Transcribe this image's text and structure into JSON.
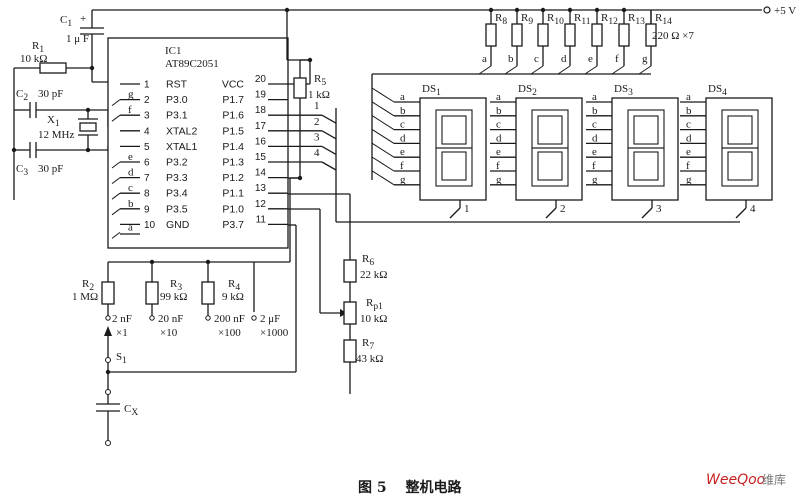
{
  "vcc": "+5 V",
  "ic": {
    "ref": "IC1",
    "part": "AT89C2051",
    "left_pins": [
      {
        "num": "1",
        "name": "RST"
      },
      {
        "num": "2",
        "name": "P3.0"
      },
      {
        "num": "3",
        "name": "P3.1"
      },
      {
        "num": "4",
        "name": "XTAL2"
      },
      {
        "num": "5",
        "name": "XTAL1"
      },
      {
        "num": "6",
        "name": "P3.2"
      },
      {
        "num": "7",
        "name": "P3.3"
      },
      {
        "num": "8",
        "name": "P3.4"
      },
      {
        "num": "9",
        "name": "P3.5"
      },
      {
        "num": "10",
        "name": "GND"
      }
    ],
    "right_pins": [
      {
        "num": "20",
        "name": "VCC"
      },
      {
        "num": "19",
        "name": "P1.7"
      },
      {
        "num": "18",
        "name": "P1.6"
      },
      {
        "num": "17",
        "name": "P1.5"
      },
      {
        "num": "16",
        "name": "P1.4"
      },
      {
        "num": "15",
        "name": "P1.3"
      },
      {
        "num": "14",
        "name": "P1.2"
      },
      {
        "num": "13",
        "name": "P1.1"
      },
      {
        "num": "12",
        "name": "P1.0"
      },
      {
        "num": "11",
        "name": "P3.7"
      }
    ],
    "left_nets": [
      "g",
      "f",
      "e",
      "d",
      "c",
      "b",
      "a"
    ],
    "right_nets": [
      "1",
      "2",
      "3",
      "4"
    ]
  },
  "parts": {
    "c1_ref": "C",
    "c1_sub": "1",
    "c1_plus": "+",
    "c1_val": "1 μ F",
    "r1_ref": "R",
    "r1_sub": "1",
    "r1_val": "10 kΩ",
    "c2_ref": "C",
    "c2_sub": "2",
    "c2_val": "30 pF",
    "x1_ref": "X",
    "x1_sub": "1",
    "x1_val": "12 MHz",
    "c3_ref": "C",
    "c3_sub": "3",
    "c3_val": "30 pF",
    "r5_ref": "R",
    "r5_sub": "5",
    "r5_val": "1 kΩ",
    "r6_ref": "R",
    "r6_sub": "6",
    "r6_val": "22 kΩ",
    "rp1_ref": "R",
    "rp1_sub": "p1",
    "rp1_val": "10 kΩ",
    "r7_ref": "R",
    "r7_sub": "7",
    "r7_val": "43 kΩ",
    "r2_ref": "R",
    "r2_sub": "2",
    "r2_val": "1 MΩ",
    "r3_ref": "R",
    "r3_sub": "3",
    "r3_val": "99 kΩ",
    "r4_ref": "R",
    "r4_sub": "4",
    "r4_val": "9 kΩ",
    "cap_2n": "2 nF",
    "cap_2n_mul": "×1",
    "cap_20n": "20 nF",
    "cap_20n_mul": "×10",
    "cap_200n": "200 nF",
    "cap_200n_mul": "×100",
    "cap_2u": "2 μF",
    "cap_2u_mul": "×1000",
    "s1_ref": "S",
    "s1_sub": "1",
    "cx_ref": "C",
    "cx_sub": "X",
    "rpack_val": "220 Ω ×7"
  },
  "resistor_array": [
    {
      "ref": "R",
      "sub": "8",
      "net": "a"
    },
    {
      "ref": "R",
      "sub": "9",
      "net": "b"
    },
    {
      "ref": "R",
      "sub": "10",
      "net": "c"
    },
    {
      "ref": "R",
      "sub": "11",
      "net": "d"
    },
    {
      "ref": "R",
      "sub": "12",
      "net": "e"
    },
    {
      "ref": "R",
      "sub": "13",
      "net": "f"
    },
    {
      "ref": "R",
      "sub": "14",
      "net": "g"
    }
  ],
  "displays": [
    {
      "ref": "DS",
      "sub": "1",
      "common": "1"
    },
    {
      "ref": "DS",
      "sub": "2",
      "common": "2"
    },
    {
      "ref": "DS",
      "sub": "3",
      "common": "3"
    },
    {
      "ref": "DS",
      "sub": "4",
      "common": "4"
    }
  ],
  "segments": [
    "a",
    "b",
    "c",
    "d",
    "e",
    "f",
    "g"
  ],
  "caption": "图 5　 整机电路",
  "watermark_brand": "WeeQoo",
  "watermark_site": "维库"
}
